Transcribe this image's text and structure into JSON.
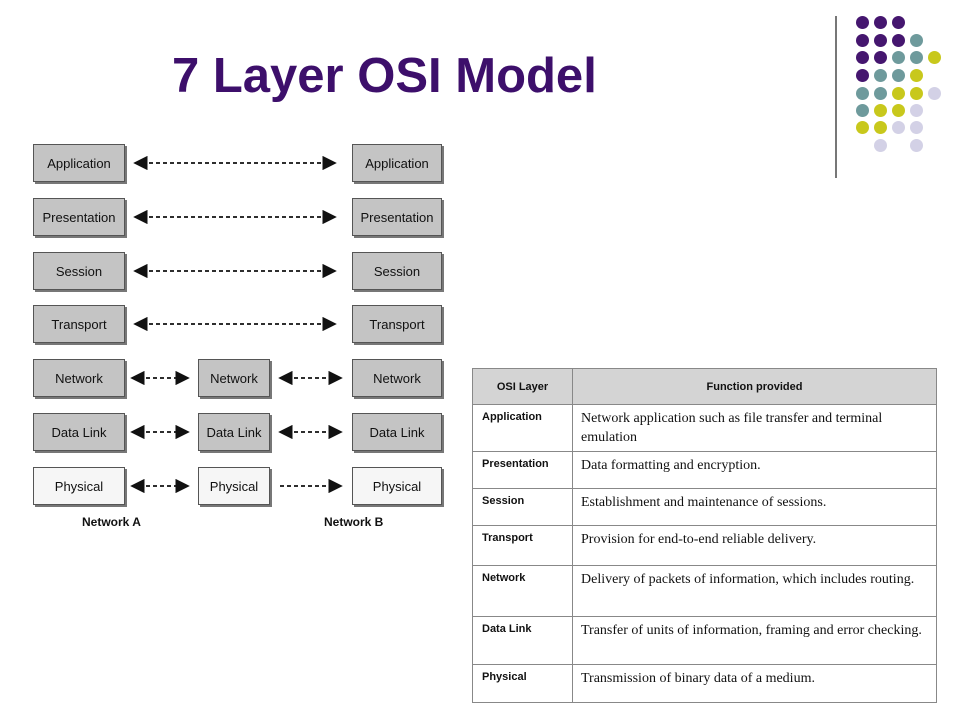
{
  "slide": {
    "title": "7 Layer OSI Model"
  },
  "colors": {
    "title": "#3d0f6b",
    "dot_purple": "#45166f",
    "dot_teal": "#6e9a9c",
    "dot_yellow": "#c8c81c",
    "dot_lavender": "#d3d1e6"
  },
  "diagram": {
    "left_stack": [
      "Application",
      "Presentation",
      "Session",
      "Transport",
      "Network",
      "Data Link",
      "Physical"
    ],
    "middle_stack": [
      "Network",
      "Data Link",
      "Physical"
    ],
    "right_stack": [
      "Application",
      "Presentation",
      "Session",
      "Transport",
      "Network",
      "Data Link",
      "Physical"
    ],
    "network_a_label": "Network A",
    "network_b_label": "Network B"
  },
  "table": {
    "headers": [
      "OSI Layer",
      "Function provided"
    ],
    "rows": [
      {
        "layer": "Application",
        "function": "Network application such as file transfer and terminal emulation"
      },
      {
        "layer": "Presentation",
        "function": "Data formatting and encryption."
      },
      {
        "layer": "Session",
        "function": "Establishment and maintenance of sessions."
      },
      {
        "layer": "Transport",
        "function": "Provision for end-to-end reliable  delivery."
      },
      {
        "layer": "Network",
        "function": "Delivery of packets of information, which includes routing."
      },
      {
        "layer": "Data Link",
        "function": "Transfer of units of information, framing and error checking."
      },
      {
        "layer": "Physical",
        "function": "Transmission  of binary data of a medium."
      }
    ]
  }
}
